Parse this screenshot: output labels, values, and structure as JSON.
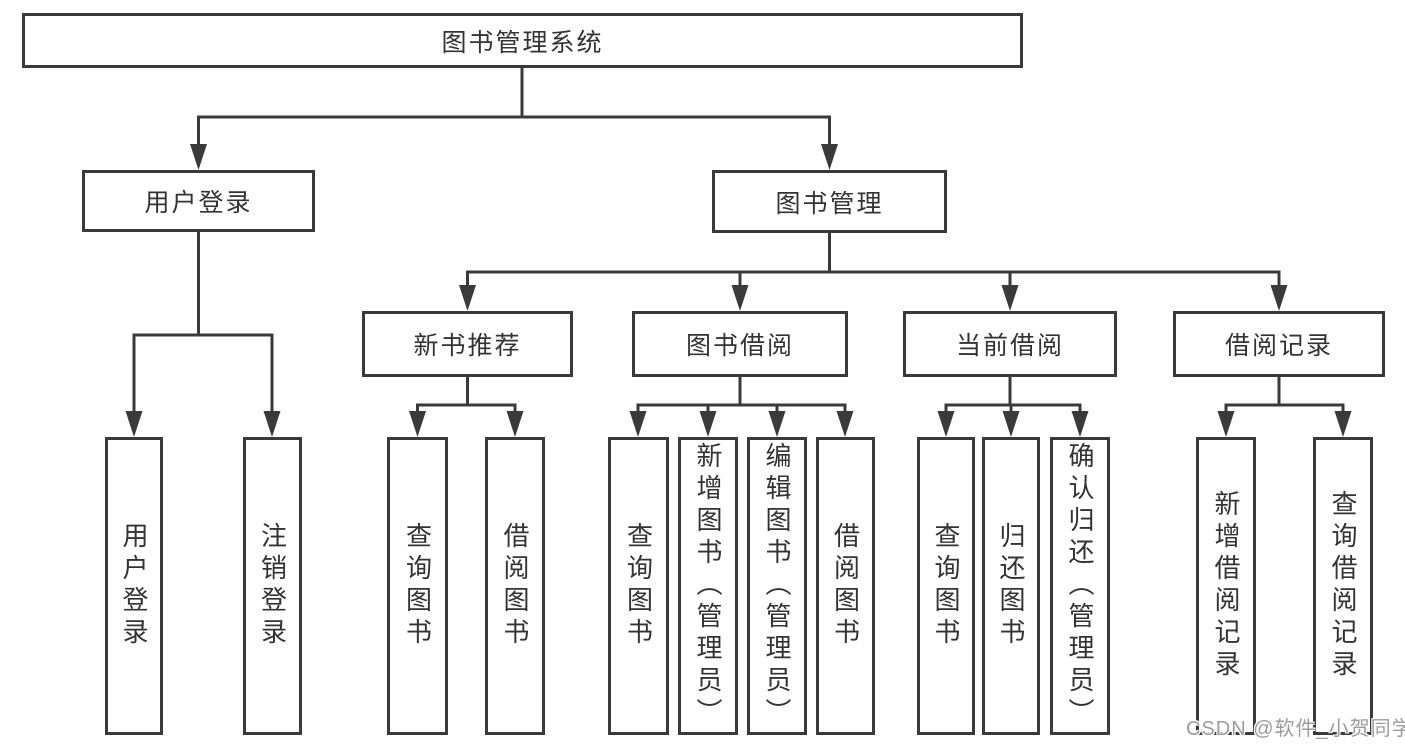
{
  "colors": {
    "line": "#3a3a3a",
    "text": "#333333",
    "background": "#ffffff",
    "watermark_gray": "#9c9c9c"
  },
  "diagram": {
    "root": {
      "label": "图书管理系统"
    },
    "level1": [
      {
        "label": "用户登录"
      },
      {
        "label": "图书管理"
      }
    ],
    "level2": [
      {
        "label": "新书推荐"
      },
      {
        "label": "图书借阅"
      },
      {
        "label": "当前借阅"
      },
      {
        "label": "借阅记录"
      }
    ],
    "leaves": {
      "login": [
        "用户登录",
        "注销登录"
      ],
      "recommend": [
        "查询图书",
        "借阅图书"
      ],
      "borrow": [
        "查询图书",
        "新增图书（管理员）",
        "编辑图书（管理员）",
        "借阅图书"
      ],
      "current": [
        "查询图书",
        "归还图书",
        "确认归还（管理员）"
      ],
      "records": [
        "新增借阅记录",
        "查询借阅记录"
      ]
    }
  },
  "watermark": {
    "text": "CSDN @软件_小贺同学"
  }
}
